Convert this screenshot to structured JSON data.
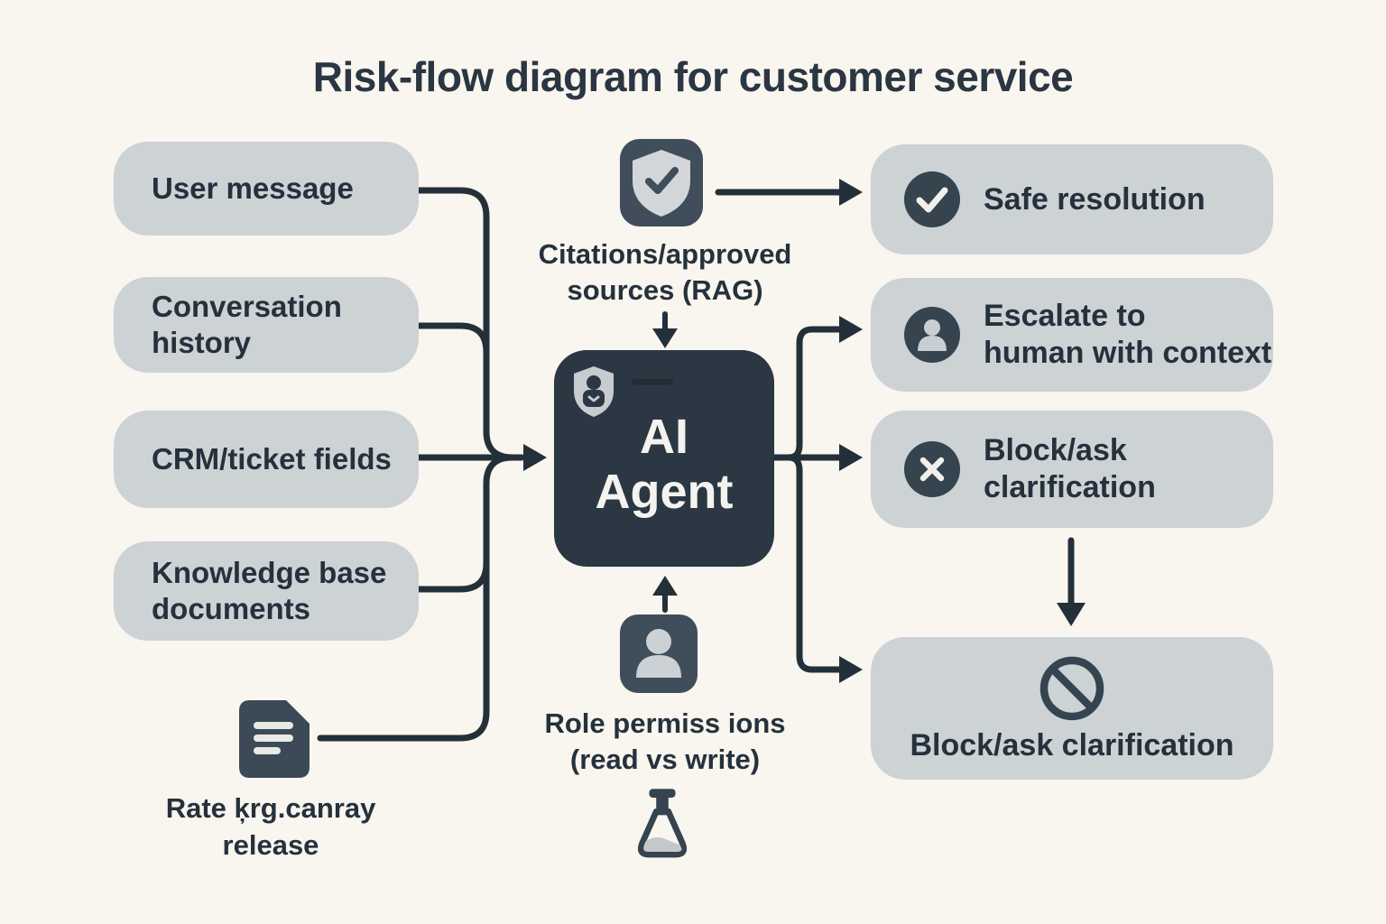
{
  "title": "Risk-flow diagram for customer service",
  "colors": {
    "background": "#f9f5ef",
    "node_fill": "#cdd2d5",
    "dark_node": "#2b3843",
    "icon_fill": "#3f4e5a",
    "circle_icon_fill": "#35444e",
    "line": "#243039",
    "text": "#25313c",
    "light_glyph": "#d3d6d8"
  },
  "inputs": [
    {
      "label": "User message"
    },
    {
      "label": "Conversation history"
    },
    {
      "label": "CRM/ticket fields"
    },
    {
      "label": "Knowledge base documents"
    }
  ],
  "rate_note": {
    "icon": "document",
    "line1": "Rate ķrg.canray",
    "line2": "release"
  },
  "citations": {
    "icon": "shield-check",
    "line1": "Citations/approved",
    "line2": "sources (RAG)"
  },
  "agent": {
    "badge_icon": "shield-lock",
    "line1": "AI",
    "line2": "Agent"
  },
  "role": {
    "icon": "person-badge",
    "flask_icon": "flask",
    "line1": "Role permiss ions",
    "line2": "(read vs write)"
  },
  "outcomes": [
    {
      "icon": "check-circle",
      "line1": "Safe resolution"
    },
    {
      "icon": "person-circle",
      "line1": "Escalate to",
      "line2": "human with context"
    },
    {
      "icon": "x-circle",
      "line1": "Block/ask",
      "line2": "clarification"
    },
    {
      "icon": "prohibition",
      "line1": "Block/ask clarification"
    }
  ]
}
